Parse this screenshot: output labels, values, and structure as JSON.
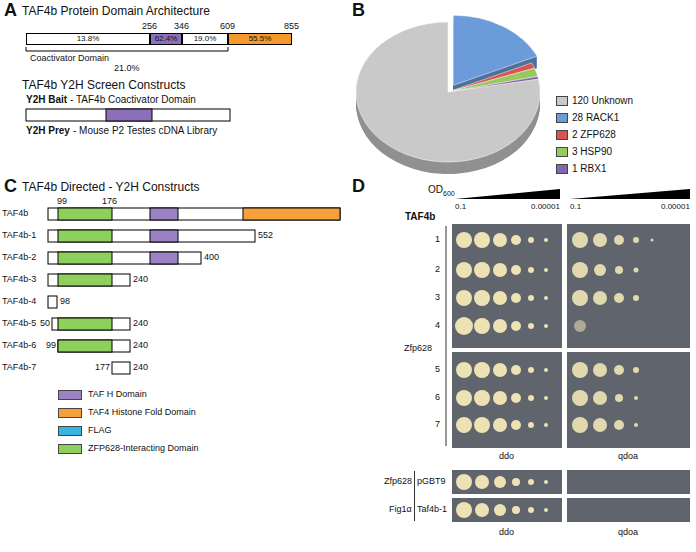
{
  "diagram": {
    "nodes": [
      {
        "text": [
          "13.8%"
        ]
      },
      {
        "text": [
          "62.4%"
        ]
      },
      {
        "text": [
          "19.0%"
        ]
      },
      {
        "text": [
          "55.5%"
        ]
      }
    ],
    "labels": [
      "A",
      "TAF4b Protein Domain Architecture",
      "256",
      "346",
      "609",
      "855",
      "Coactivator Domain",
      "21.0%",
      "TAF4b Y2H Screen Constructs",
      "Y2H Bait",
      "- TAF4b Coactivator Domain",
      "Y2H Prey",
      "- Mouse P2 Testes cDNA Library",
      "B",
      "C",
      "TAF4b Directed - Y2H Constructs",
      "99",
      "176",
      "TAF4b",
      "TAF4b-1",
      "552",
      "TAF4b-2",
      "400",
      "TAF4b-3",
      "240",
      "TAF4b-4",
      "98",
      "TAF4b-5",
      "50",
      "240",
      "TAF4b-6",
      "99",
      "240",
      "TAF4b-7",
      "177",
      "240",
      "D",
      "OD",
      "600",
      "0.1",
      "0.00001",
      "0.1",
      "0.00001",
      "TAF4b",
      "1",
      "2",
      "3",
      "4",
      "5",
      "6",
      "7",
      "Zfp628",
      "ddo",
      "qdoa",
      "Zfp628",
      "pGBT9",
      "Fig1α",
      "Taf4b-1",
      "ddo",
      "qdoa"
    ],
    "legend": [
      {
        "text": "120 Unknown",
        "color": "#c9c9c9"
      },
      {
        "text": "28 RACK1",
        "color": "#6b9bd8"
      },
      {
        "text": "2 ZFP628",
        "color": "#d9534f"
      },
      {
        "text": "3 HSP90",
        "color": "#98c95f"
      },
      {
        "text": "1 RBX1",
        "color": "#8566b0"
      },
      {
        "text": "TAF H Domain",
        "color": "#9b82c4"
      },
      {
        "text": "TAF4 Histone Fold Domain",
        "color": "#f5a03a"
      },
      {
        "text": "FLAG",
        "color": "#35b6e0"
      },
      {
        "text": "ZFP628-Interacting Domain",
        "color": "#8ed05c"
      }
    ]
  }
}
